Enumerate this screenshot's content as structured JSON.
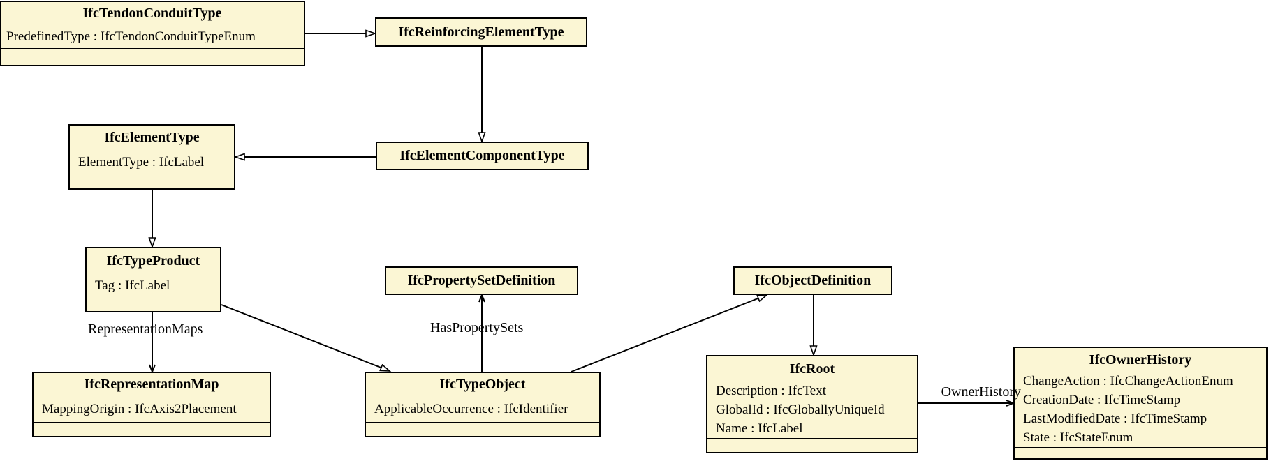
{
  "diagram": {
    "colors": {
      "node_fill": "#FBF6D4",
      "node_border": "#000000",
      "edge": "#000000",
      "background": "#FFFFFF",
      "text": "#000000"
    }
  },
  "classes": {
    "tendon_conduit_type": {
      "title": "IfcTendonConduitType",
      "attributes": [
        "PredefinedType : IfcTendonConduitTypeEnum"
      ]
    },
    "reinforcing_element_type": {
      "title": "IfcReinforcingElementType"
    },
    "element_type": {
      "title": "IfcElementType",
      "attributes": [
        "ElementType : IfcLabel"
      ]
    },
    "element_component_type": {
      "title": "IfcElementComponentType"
    },
    "type_product": {
      "title": "IfcTypeProduct",
      "attributes": [
        "Tag : IfcLabel"
      ]
    },
    "property_set_definition": {
      "title": "IfcPropertySetDefinition"
    },
    "object_definition": {
      "title": "IfcObjectDefinition"
    },
    "representation_map": {
      "title": "IfcRepresentationMap",
      "attributes": [
        "MappingOrigin : IfcAxis2Placement"
      ]
    },
    "type_object": {
      "title": "IfcTypeObject",
      "attributes": [
        "ApplicableOccurrence : IfcIdentifier"
      ]
    },
    "root": {
      "title": "IfcRoot",
      "attributes": [
        "Description : IfcText",
        "GlobalId : IfcGloballyUniqueId",
        "Name : IfcLabel"
      ]
    },
    "owner_history": {
      "title": "IfcOwnerHistory",
      "attributes": [
        "ChangeAction : IfcChangeActionEnum",
        "CreationDate : IfcTimeStamp",
        "LastModifiedDate : IfcTimeStamp",
        "State : IfcStateEnum"
      ]
    }
  },
  "edge_labels": {
    "representation_maps": "RepresentationMaps",
    "has_property_sets": "HasPropertySets",
    "owner_history": "OwnerHistory"
  },
  "relationships": [
    {
      "from": "IfcTendonConduitType",
      "to": "IfcReinforcingElementType",
      "type": "generalization"
    },
    {
      "from": "IfcReinforcingElementType",
      "to": "IfcElementComponentType",
      "type": "generalization"
    },
    {
      "from": "IfcElementComponentType",
      "to": "IfcElementType",
      "type": "generalization"
    },
    {
      "from": "IfcElementType",
      "to": "IfcTypeProduct",
      "type": "generalization"
    },
    {
      "from": "IfcTypeProduct",
      "to": "IfcTypeObject",
      "type": "generalization"
    },
    {
      "from": "IfcTypeObject",
      "to": "IfcObjectDefinition",
      "type": "generalization"
    },
    {
      "from": "IfcObjectDefinition",
      "to": "IfcRoot",
      "type": "generalization"
    },
    {
      "from": "IfcTypeProduct",
      "to": "IfcRepresentationMap",
      "type": "association",
      "label": "RepresentationMaps"
    },
    {
      "from": "IfcTypeObject",
      "to": "IfcPropertySetDefinition",
      "type": "association",
      "label": "HasPropertySets"
    },
    {
      "from": "IfcRoot",
      "to": "IfcOwnerHistory",
      "type": "association",
      "label": "OwnerHistory"
    }
  ]
}
